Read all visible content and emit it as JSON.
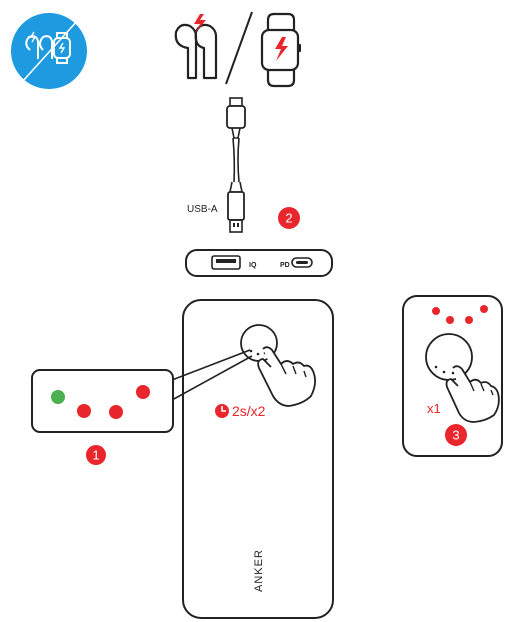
{
  "labels": {
    "usb_a": "USB-A",
    "port_iq": "IQ",
    "port_pd": "PD",
    "brand": "ANKER",
    "timer": "2s/x2",
    "press_once": "x1"
  },
  "steps": {
    "one": "1",
    "two": "2",
    "three": "3"
  },
  "colors": {
    "accent_red": "#e8262b",
    "led_green": "#4caf50",
    "badge_blue": "#1e9be0",
    "line": "#222222"
  },
  "icons": {
    "badge": "earbuds-watch-charging-icon",
    "earbuds": "earbuds-charging-icon",
    "watch": "smartwatch-charging-icon",
    "cable": "lightning-to-usb-a-cable-icon",
    "clock": "clock-icon",
    "hand": "pressing-hand-icon"
  }
}
